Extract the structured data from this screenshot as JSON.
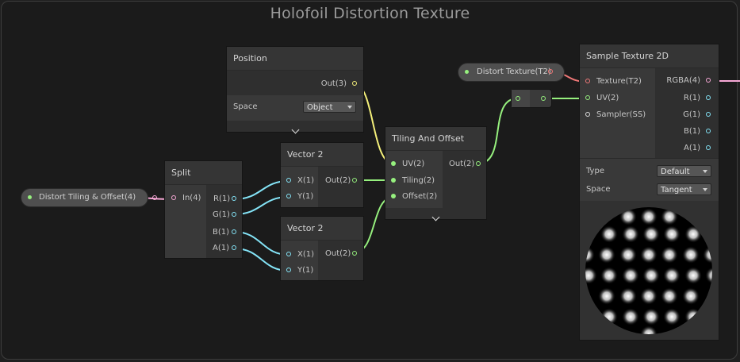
{
  "graph": {
    "title": "Holofoil Distortion Texture"
  },
  "properties": {
    "distort_tiling": {
      "label": "Distort Tiling & Offset(4)"
    },
    "distort_texture": {
      "label": "Distort Texture(T2)"
    }
  },
  "nodes": {
    "split": {
      "title": "Split",
      "inputs": [
        "In(4)"
      ],
      "outputs": [
        "R(1)",
        "G(1)",
        "B(1)",
        "A(1)"
      ]
    },
    "position": {
      "title": "Position",
      "output": "Out(3)",
      "space_label": "Space",
      "space_value": "Object"
    },
    "vector2_a": {
      "title": "Vector 2",
      "inputs": [
        "X(1)",
        "Y(1)"
      ],
      "output": "Out(2)"
    },
    "vector2_b": {
      "title": "Vector 2",
      "inputs": [
        "X(1)",
        "Y(1)"
      ],
      "output": "Out(2)"
    },
    "tiling_offset": {
      "title": "Tiling And Offset",
      "inputs": [
        "UV(2)",
        "Tiling(2)",
        "Offset(2)"
      ],
      "output": "Out(2)"
    },
    "sample_texture": {
      "title": "Sample Texture 2D",
      "inputs": [
        "Texture(T2)",
        "UV(2)",
        "Sampler(SS)"
      ],
      "outputs": [
        "RGBA(4)",
        "R(1)",
        "G(1)",
        "B(1)",
        "A(1)"
      ],
      "type_label": "Type",
      "type_value": "Default",
      "space_label": "Space",
      "space_value": "Tangent"
    }
  },
  "colors": {
    "vector4": "#f7a8d6",
    "vector3": "#f5f07a",
    "vector2": "#96f07e",
    "vector1": "#84e4f7",
    "texture": "#f07878",
    "sampler": "#dddddd"
  }
}
